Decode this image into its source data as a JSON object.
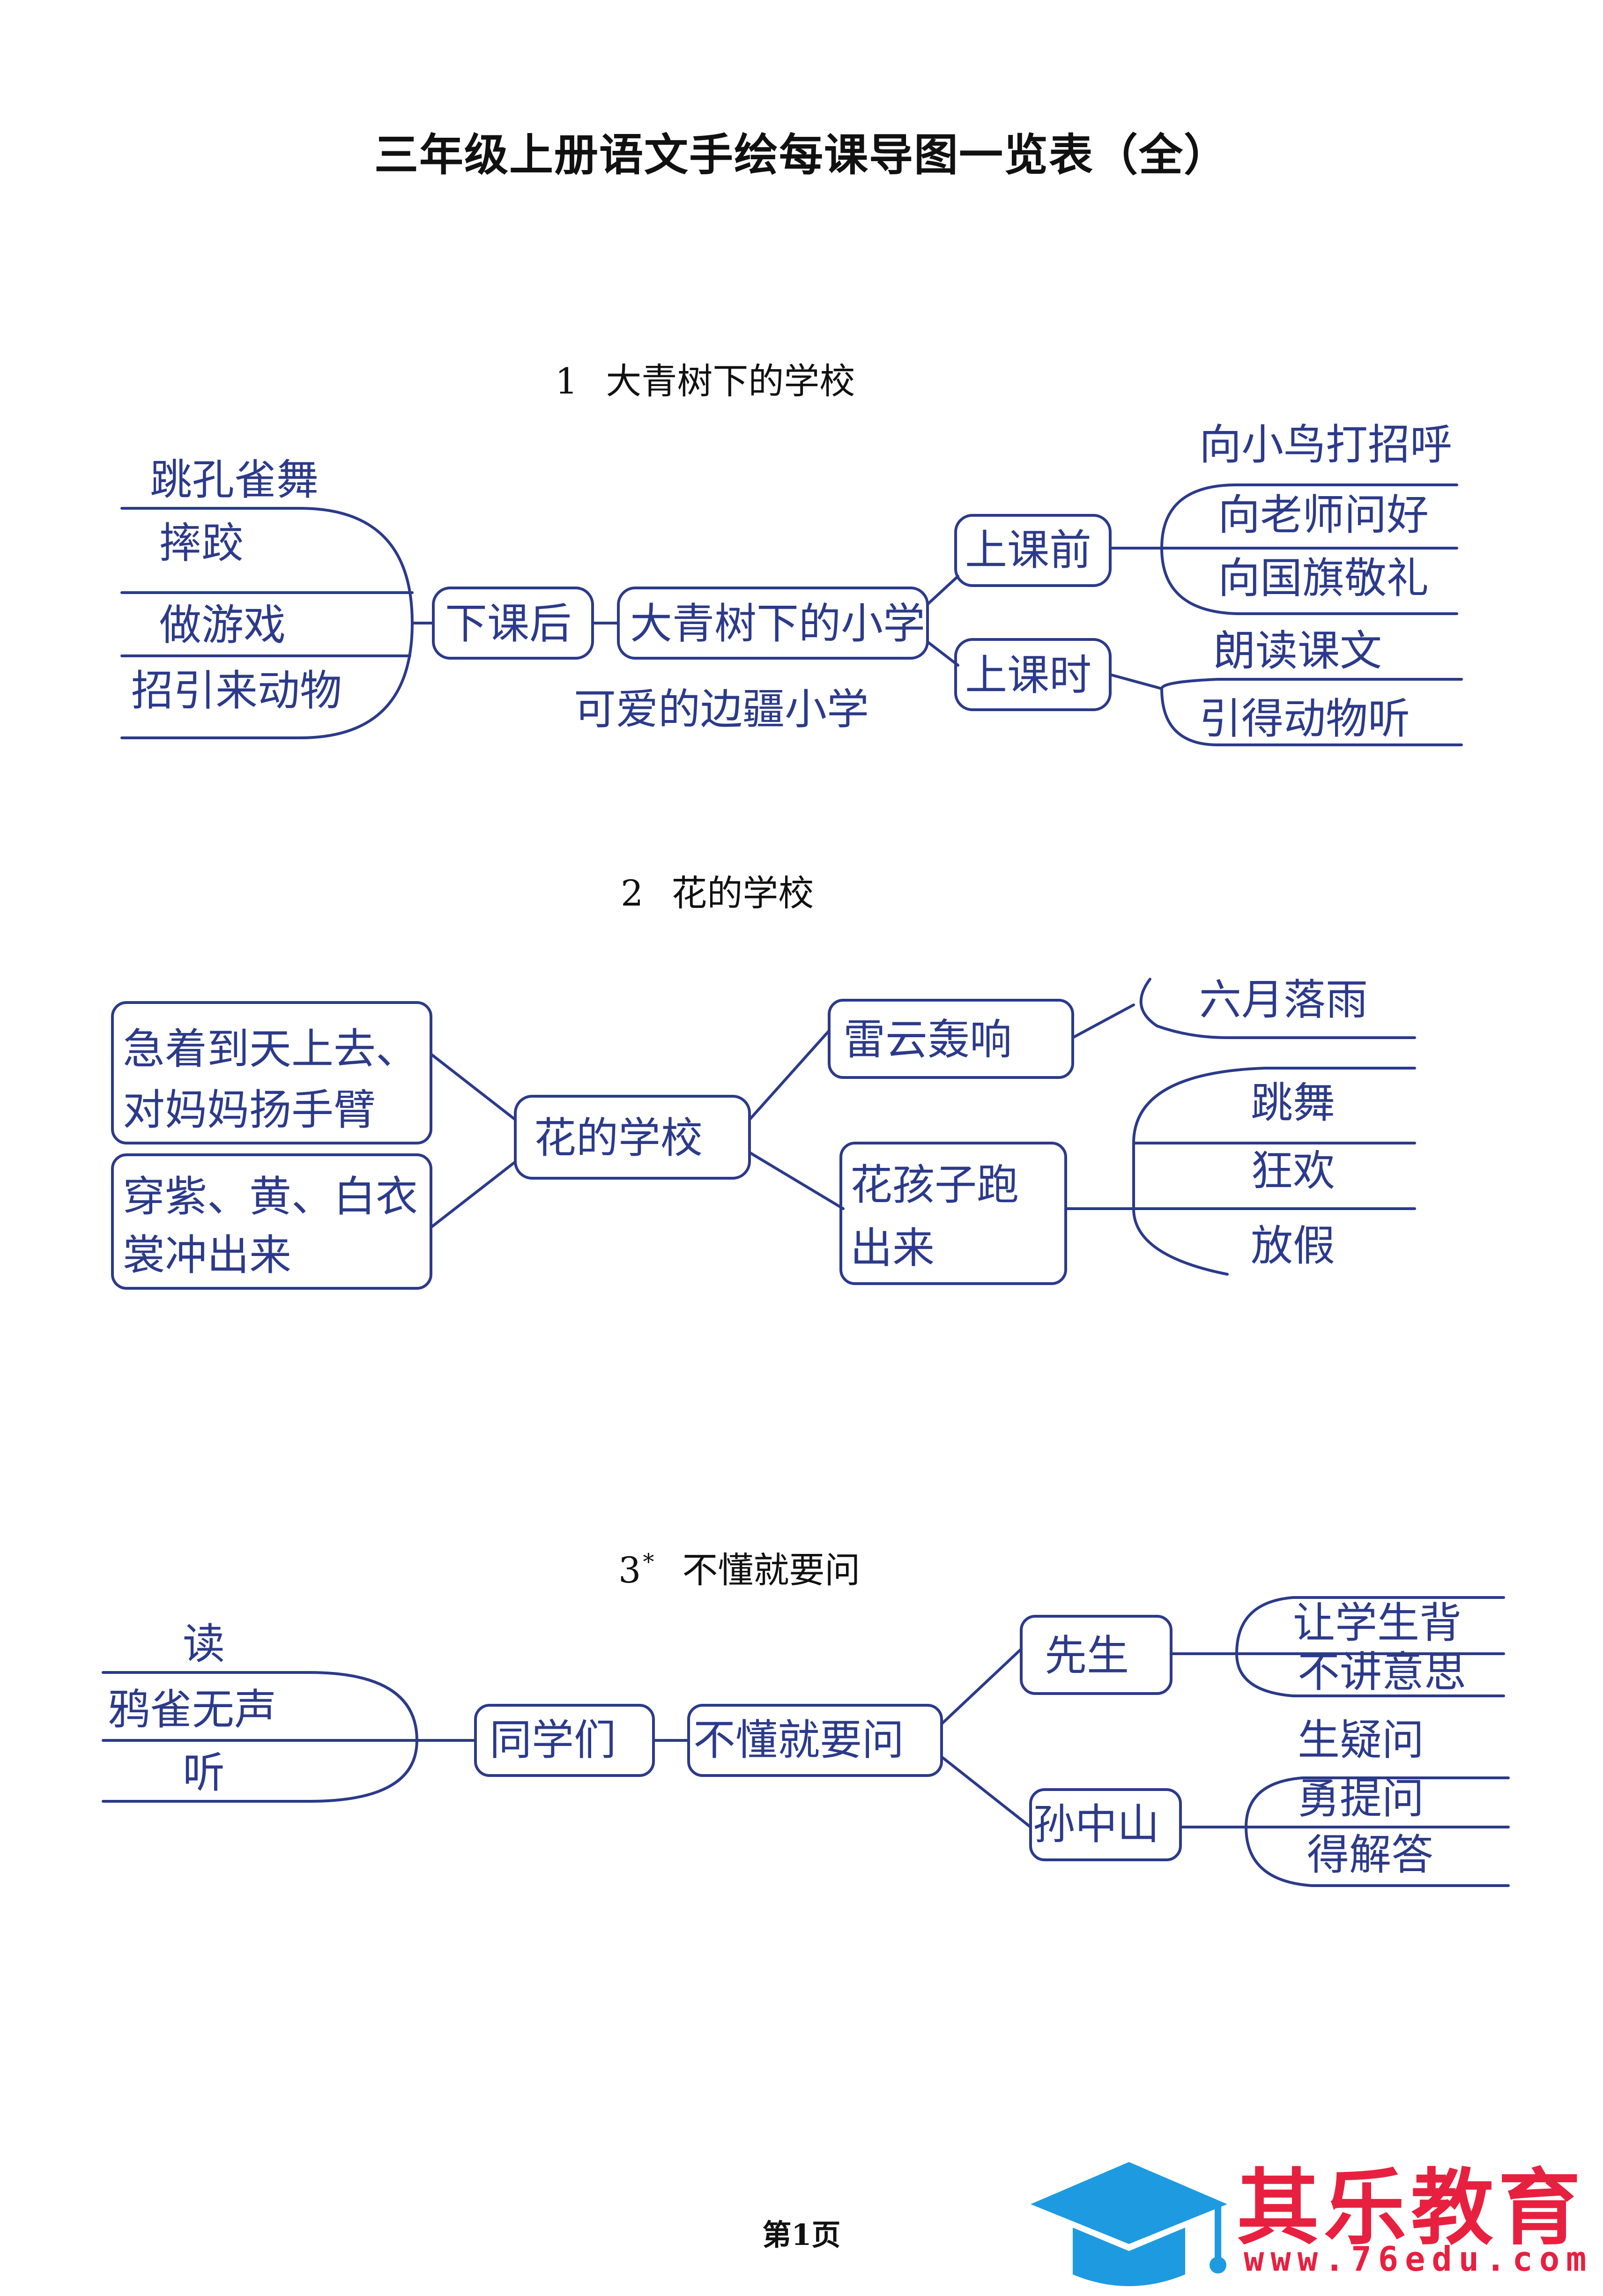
{
  "page": {
    "title": "三年级上册语文手绘每课导图一览表（全）",
    "page_number": "第1页"
  },
  "lessons": [
    {
      "number": "1",
      "title": "大青树下的小学",
      "heading": "大青树下的学校",
      "caption": "可爱的边疆小学",
      "left": {
        "label": "下课后",
        "leaves": [
          "跳孔雀舞",
          "摔跤",
          "做游戏",
          "招引来动物"
        ]
      },
      "right": [
        {
          "label": "上课前",
          "leaves": [
            "向小鸟打招呼",
            "向老师问好",
            "向国旗敬礼"
          ]
        },
        {
          "label": "上课时",
          "leaves": [
            "朗读课文",
            "引得动物听"
          ]
        }
      ]
    },
    {
      "number": "2",
      "title": "花的学校",
      "heading": "花的学校",
      "left_boxes": [
        [
          "急着到天上去、",
          "对妈妈扬手臂"
        ],
        [
          "穿紫、黄、白衣",
          "裳冲出来"
        ]
      ],
      "right": [
        {
          "label_lines": [
            "雷云轰响"
          ],
          "leaves": [
            "六月落雨"
          ]
        },
        {
          "label_lines": [
            "花孩子跑",
            "出来"
          ],
          "leaves": [
            "跳舞",
            "狂欢",
            "放假"
          ]
        }
      ]
    },
    {
      "number": "3",
      "marker": "*",
      "title": "不懂就要问",
      "heading": "不懂就要问",
      "left": {
        "label": "同学们",
        "leaves": [
          "读",
          "鸦雀无声",
          "听"
        ]
      },
      "right": [
        {
          "label": "先生",
          "leaves": [
            "让学生背",
            "不讲意思"
          ]
        },
        {
          "label": "孙中山",
          "leaves": [
            "生疑问",
            "勇提问",
            "得解答"
          ]
        }
      ]
    }
  ],
  "brand": {
    "name": "其乐教育",
    "url": "www.76edu.com",
    "logo_icon": "graduation-cap-icon",
    "color": "#e8203f",
    "ink_color": "#2c3a8a"
  }
}
